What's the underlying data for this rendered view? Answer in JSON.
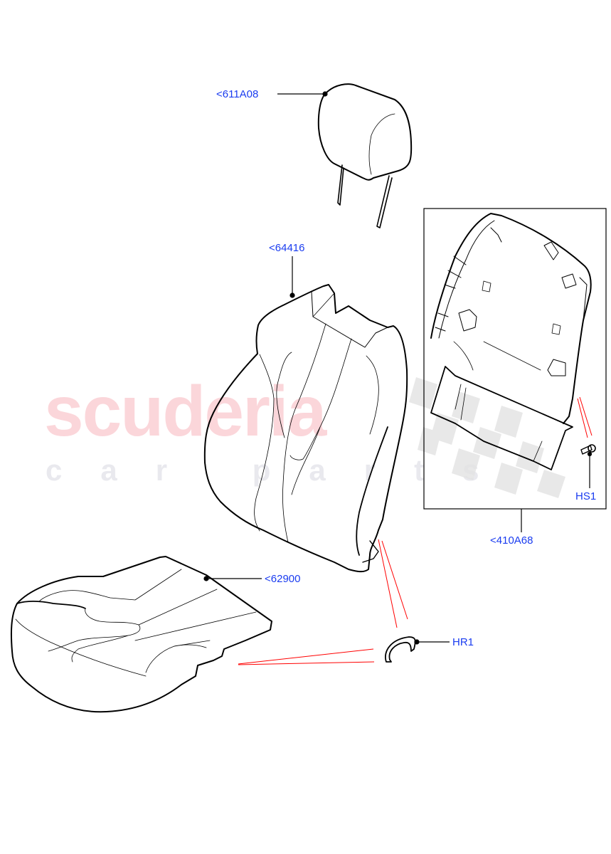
{
  "diagram": {
    "type": "exploded-parts-diagram",
    "subject": "Front seat cushion & backrest covers with headrest",
    "watermark": {
      "main": "scuderia",
      "sub": "car parts"
    },
    "colors": {
      "label": "#1a3cf0",
      "leader": "#000000",
      "relation_line": "#ff0000",
      "outline": "#000000",
      "watermark_main": "#fbd6da",
      "watermark_sub": "#e9e9ee",
      "checker": "#e4e4e4"
    },
    "callouts": [
      {
        "id": "headrest",
        "label": "<611A08",
        "part": "Headrest"
      },
      {
        "id": "backrest-cover",
        "label": "<64416",
        "part": "Seat back cover"
      },
      {
        "id": "backrest-panel",
        "label": "<410A68",
        "part": "Seat back rear panel (boxed detail)"
      },
      {
        "id": "screw",
        "label": "HS1",
        "part": "Screw / fastener"
      },
      {
        "id": "cushion-cover",
        "label": "<62900",
        "part": "Seat cushion cover"
      },
      {
        "id": "clip",
        "label": "HR1",
        "part": "Retaining clip"
      }
    ]
  }
}
